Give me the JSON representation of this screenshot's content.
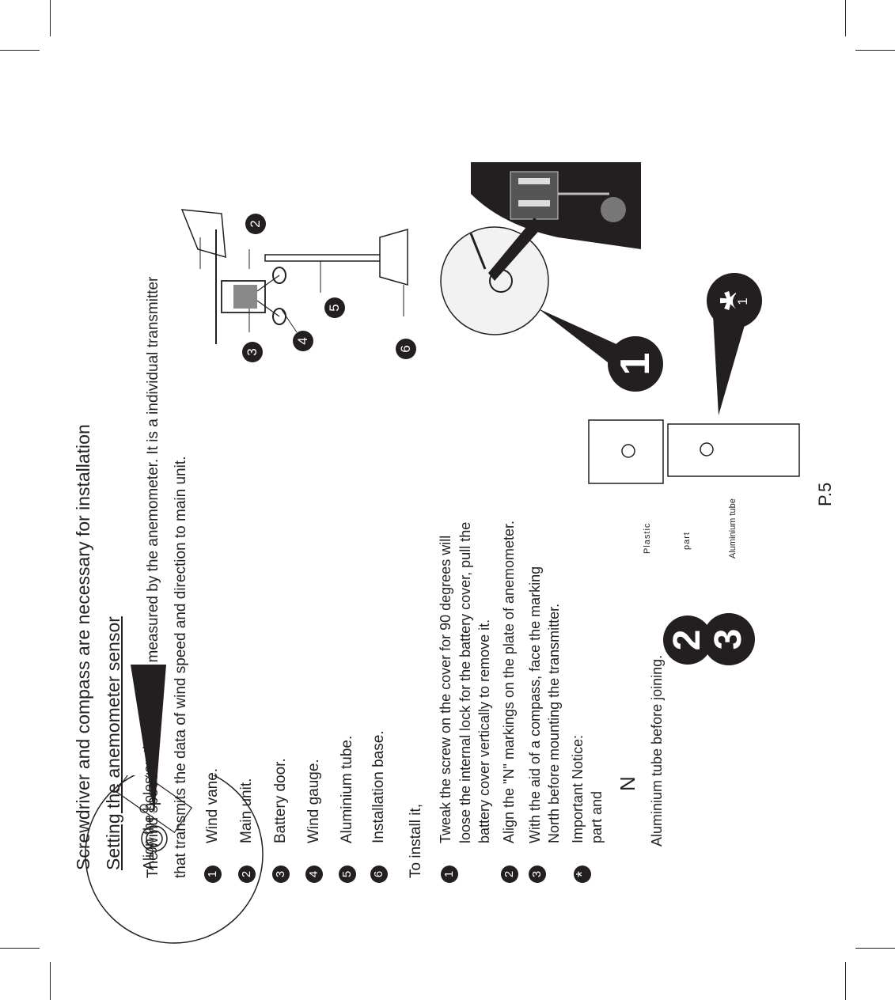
{
  "title": "Screwdriver and compass are necessary for installation",
  "heading": "Setting the anemometer sensor",
  "intro_line1": "The wind speed and direction is measured by the anemometer. It is a individual transmitter",
  "intro_line2": "that transmits the data of wind speed and direction to main unit.",
  "parts": [
    {
      "num": "1",
      "label": "Wind vane."
    },
    {
      "num": "2",
      "label": "Main unit."
    },
    {
      "num": "3",
      "label": "Battery door."
    },
    {
      "num": "4",
      "label": "Wind gauge."
    },
    {
      "num": "5",
      "label": "Aluminium tube."
    },
    {
      "num": "6",
      "label": "Installation base."
    }
  ],
  "install_intro": "To install it,",
  "steps": [
    {
      "num": "1",
      "lines": [
        "Tweak the screw on the cover for 90 degrees will",
        "loose the internal lock for the battery cover, pull the",
        "battery cover vertically to remove it."
      ]
    },
    {
      "num": "2",
      "lines": [
        "Align the \"N\" markings on the plate of anemometer."
      ]
    },
    {
      "num": "3",
      "lines": [
        "With the aid of a compass, face the marking",
        "North before mounting the transmitter."
      ]
    }
  ],
  "notice": {
    "num": "*",
    "line1": "Important Notice:",
    "line2": "part and",
    "line3": "Aluminium tube before joining.",
    "line4": "Align the holes on the"
  },
  "labels": {
    "plastic": "Plastic",
    "part": "part",
    "aluminium_tube": "Aluminium tube",
    "north": "N"
  },
  "callouts": [
    "1",
    "2",
    "3",
    "*"
  ],
  "diagram_numbers": [
    "1",
    "2",
    "3",
    "4",
    "5",
    "6"
  ],
  "page_number": "P.5"
}
